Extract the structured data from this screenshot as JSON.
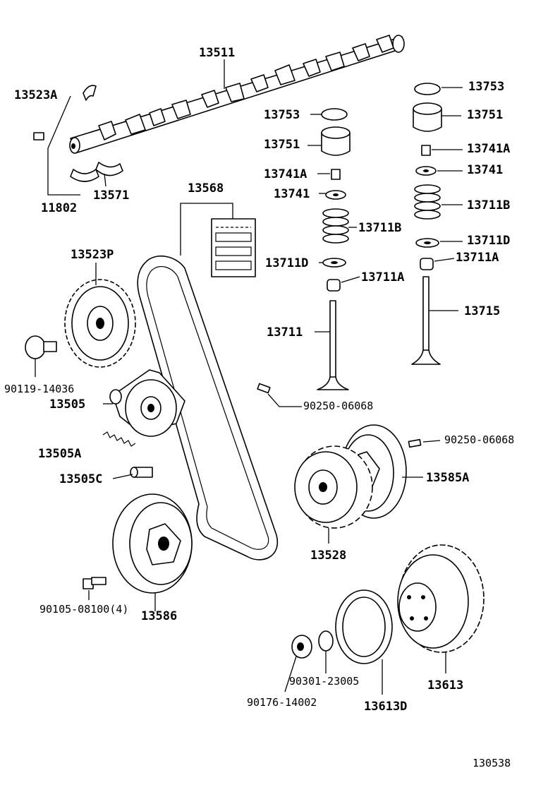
{
  "labels": {
    "camshaft": "13511",
    "cam_bearing_a": "13523A",
    "cam_bearing_b": "13571",
    "bearing_set": "11802",
    "timing_belt": "13568",
    "cam_pulley": "13523P",
    "pulley_bolt": "90119-14036",
    "tensioner": "13505",
    "tensioner_spring": "13505A",
    "tensioner_stud": "13505C",
    "crank_pulley": "13586",
    "crank_pulley_bolt": "90105-08100(4)",
    "adjusting_shim_in": "13753",
    "lifter_in": "13751",
    "keeper_in": "13741A",
    "retainer_in": "13741",
    "spring_in": "13711B",
    "seat_in": "13711D",
    "seal_in": "13711A",
    "valve_in": "13711",
    "adjusting_shim_ex": "13753",
    "lifter_ex": "13751",
    "keeper_ex": "13741A",
    "retainer_ex": "13741",
    "spring_ex": "13711B",
    "seat_ex": "13711D",
    "seal_ex": "13711A",
    "valve_ex": "13715",
    "pin_a": "90250-06068",
    "pin_b": "90250-06068",
    "crank_timing_pulley": "13528",
    "timing_guide": "13585A",
    "damper": "13613",
    "damper_seal": "13613D",
    "washer": "90301-23005",
    "damper_bolt": "90176-14002",
    "figure_code": "130538"
  }
}
